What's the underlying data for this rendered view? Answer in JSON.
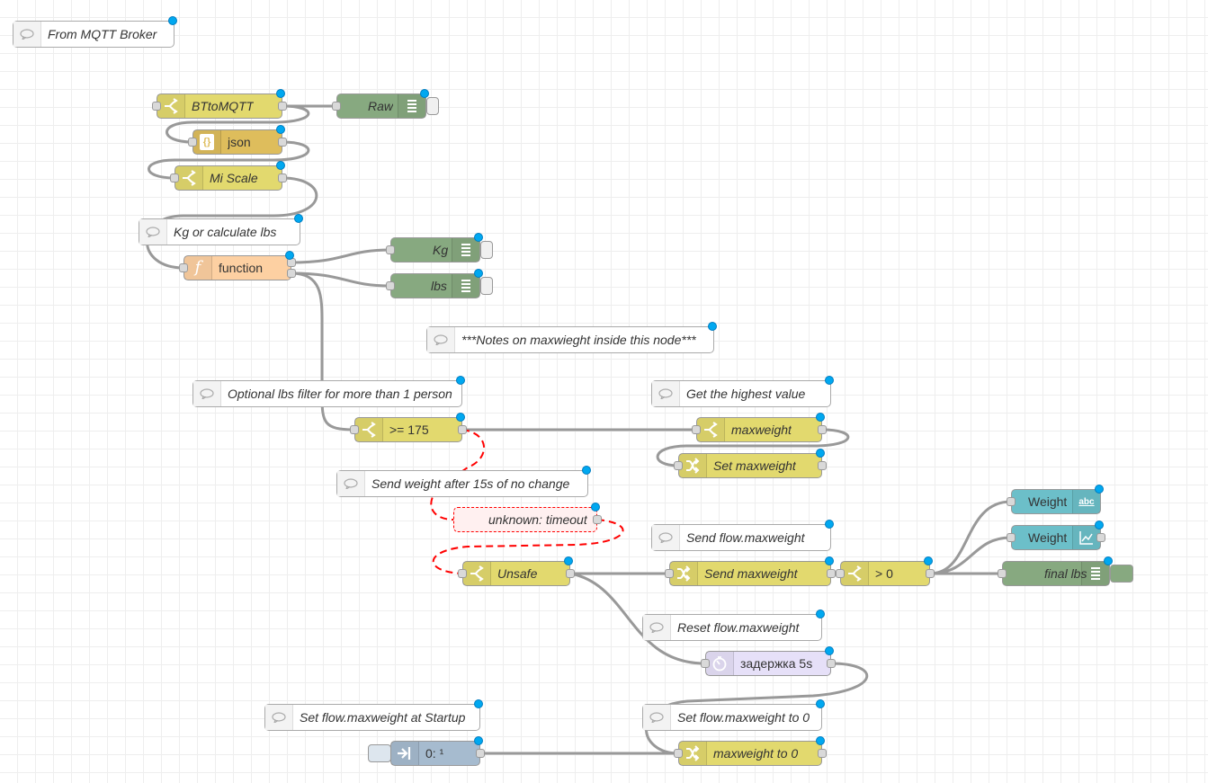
{
  "workspace": {
    "nodes": {
      "c_from_mqtt": "From MQTT Broker",
      "bt_to_mqtt": "BTtoMQTT",
      "raw": "Raw",
      "json": "json",
      "mi_scale": "Mi Scale",
      "c_kg_or_lbs": "Kg or calculate lbs",
      "function": "function",
      "kg": "Kg",
      "lbs": "lbs",
      "c_notes": "***Notes on maxwieght inside this node***",
      "c_optional_filter": "Optional lbs filter for more than 1 person",
      "c_highest": "Get the highest value",
      "ge175": ">= 175",
      "maxweight": "maxweight",
      "set_maxweight": "Set maxweight",
      "c_send_15s": "Send weight after 15s of no change",
      "unknown_timeout": "unknown: timeout",
      "c_send_flow": "Send flow.maxweight",
      "unsafe": "Unsafe",
      "send_maxweight": "Send maxweight",
      "gt0": "> 0",
      "weight_text": "Weight",
      "weight_chart": "Weight",
      "final_lbs": "final lbs",
      "c_reset": "Reset flow.maxweight",
      "delay": "задержка 5s",
      "c_startup": "Set flow.maxweight at Startup",
      "c_set_zero": "Set flow.maxweight to 0",
      "inject": "0: ¹",
      "maxweight_zero": "maxweight to 0"
    },
    "icons": {
      "comment": "comment-icon",
      "switch": "switch-icon",
      "debug": "debug-list-icon",
      "json": "json-braces-icon",
      "function": "function-f-icon",
      "change": "change-shuffle-icon",
      "text": "abc-text-icon",
      "chart": "line-chart-icon",
      "delay": "timer-icon",
      "inject": "inject-arrow-icon"
    },
    "colors": {
      "switch": "#e2d96e",
      "function": "#fdd0a2",
      "debug": "#87a980",
      "json": "#debd5c",
      "dashboard": "#6cbfc9",
      "delay": "#e6e0f8",
      "inject": "#a6bbcf",
      "changed_dot": "#00a8f0",
      "wire": "#999999",
      "unknown_wire": "#ff0000"
    }
  }
}
